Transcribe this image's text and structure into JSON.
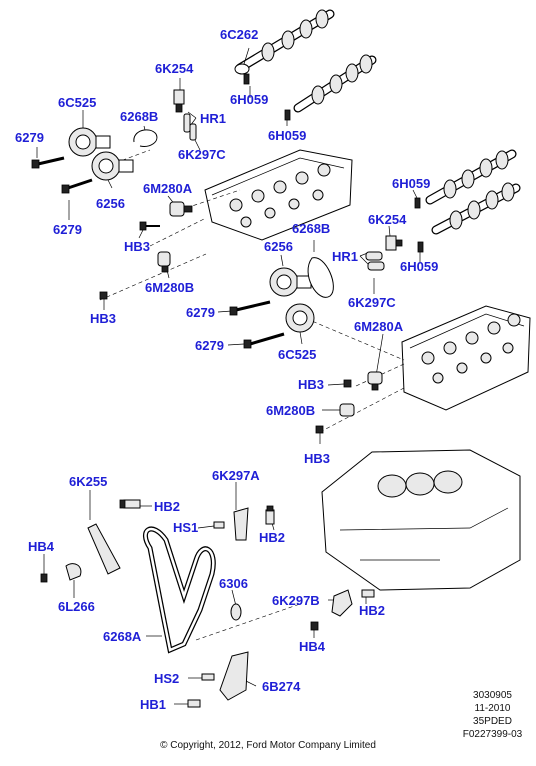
{
  "labels": {
    "l_6C262": "6C262",
    "l_6K254_a": "6K254",
    "l_6C525_a": "6C525",
    "l_6268B_a": "6268B",
    "l_HR1_a": "HR1",
    "l_6279_a": "6279",
    "l_6H059_a": "6H059",
    "l_6K297C_a": "6K297C",
    "l_6H059_b": "6H059",
    "l_6256_a": "6256",
    "l_6M280A_a": "6M280A",
    "l_6H059_c": "6H059",
    "l_6279_b": "6279",
    "l_HB3_a": "HB3",
    "l_6K254_b": "6K254",
    "l_6268B_b": "6268B",
    "l_6256_b": "6256",
    "l_HR1_b": "HR1",
    "l_6H059_d": "6H059",
    "l_6M280B_a": "6M280B",
    "l_HB3_b": "HB3",
    "l_6K297C_b": "6K297C",
    "l_6279_c": "6279",
    "l_6M280A_b": "6M280A",
    "l_6279_d": "6279",
    "l_6C525_b": "6C525",
    "l_HB3_c": "HB3",
    "l_6M280B_b": "6M280B",
    "l_HB3_d": "HB3",
    "l_6K255": "6K255",
    "l_6K297A": "6K297A",
    "l_HB2_a": "HB2",
    "l_HS1": "HS1",
    "l_HB2_b": "HB2",
    "l_HB4_a": "HB4",
    "l_6306": "6306",
    "l_6L266": "6L266",
    "l_6K297B": "6K297B",
    "l_HB2_c": "HB2",
    "l_6268A": "6268A",
    "l_HB4_b": "HB4",
    "l_HS2": "HS2",
    "l_6B274": "6B274",
    "l_HB1": "HB1"
  },
  "info": {
    "code": "3030905",
    "date": "11-2010",
    "engine": "35PDED",
    "figure": "F0227399-03"
  },
  "copyright": "© Copyright, 2012, Ford Motor Company Limited",
  "colors": {
    "label": "#1f1fd6",
    "line": "#000000",
    "background": "#ffffff"
  }
}
